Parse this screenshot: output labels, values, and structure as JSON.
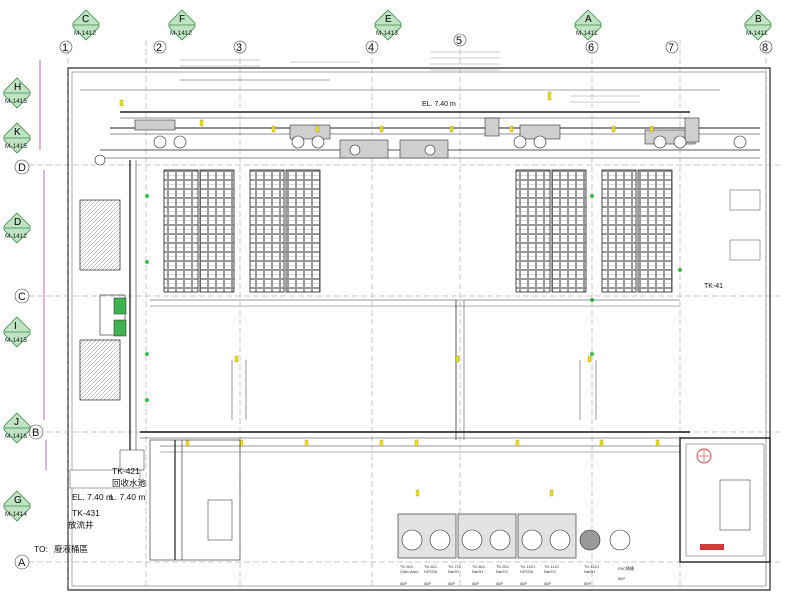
{
  "top_markers": [
    {
      "letter": "C",
      "ref": "M-1412"
    },
    {
      "letter": "F",
      "ref": "M-1412"
    },
    {
      "letter": "E",
      "ref": "M-1413"
    },
    {
      "letter": "A",
      "ref": "M-1411"
    },
    {
      "letter": "B",
      "ref": "M-1411"
    }
  ],
  "top_numbers": [
    "1",
    "2",
    "3",
    "4",
    "5",
    "6",
    "7",
    "8"
  ],
  "left_markers": [
    {
      "letter": "H",
      "ref": "M-1415"
    },
    {
      "letter": "K",
      "ref": "M-1415"
    },
    {
      "letter": "D",
      "ref": "M-1412"
    },
    {
      "letter": "I",
      "ref": "M-1415"
    },
    {
      "letter": "J",
      "ref": "M-1416"
    },
    {
      "letter": "G",
      "ref": "M-1414"
    }
  ],
  "left_grid_letters": [
    "D",
    "C",
    "B",
    "A"
  ],
  "labels": {
    "elevation_top": "EL. 7.40 m",
    "elevation_left": "EL. 7.40 m",
    "el_short": "L. 7.40 m",
    "tk421_code": "TK-421",
    "tk421_name": "回收水池",
    "tk431_code": "TK-431",
    "tk431_name": "放流井",
    "to_label": "TO:",
    "to_target": "廢液桶區",
    "tk_right": "TK-41",
    "pump_codes": [
      "TK-521",
      "TK-621",
      "TK-721",
      "TK-821",
      "TK-921",
      "TK-1021",
      "TK-1121",
      "TK-1221",
      "PAC桶槽"
    ],
    "pump_sub": [
      "Citric Acid",
      "H2SO4",
      "NaOH",
      "NaOH",
      "NaOCl",
      "H2SO4",
      "NaOCl",
      "NaOH",
      "5M³"
    ],
    "pump_vol": [
      "5M³",
      "5M³",
      "5M³",
      "5M³",
      "5M³",
      "5M³",
      "5M³",
      "5M³",
      ""
    ]
  }
}
